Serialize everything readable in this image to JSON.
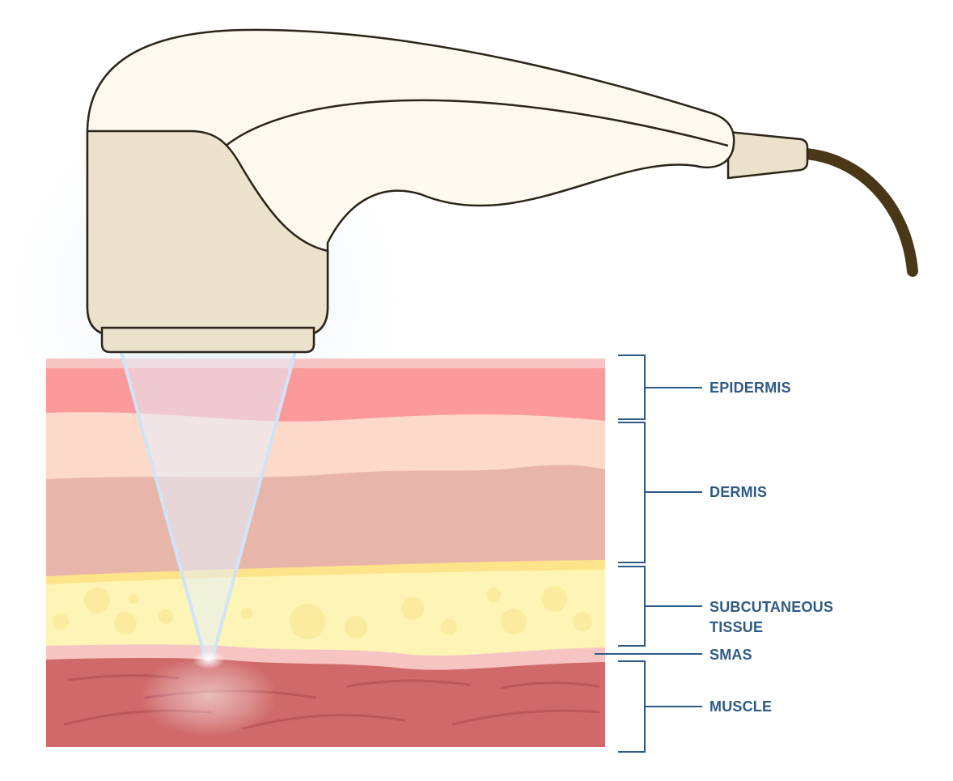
{
  "labels": {
    "epidermis": "EPIDERMIS",
    "dermis": "DERMIS",
    "subcutaneous_line1": "SUBCUTANEOUS",
    "subcutaneous_line2": "TISSUE",
    "smas": "SMAS",
    "muscle": "MUSCLE"
  },
  "colors": {
    "label": "#2e5a86",
    "epidermis": "#fc9a9b",
    "dermis_upper": "#fdd9c9",
    "dermis_lower": "#e7b5aa",
    "subcutaneous": "#fdf4b5",
    "smas": "#f6c5c3",
    "muscle": "#d06a6a",
    "probe": "#fdf9ee",
    "probe_head": "#ece2cb",
    "cable": "#4a3718"
  }
}
